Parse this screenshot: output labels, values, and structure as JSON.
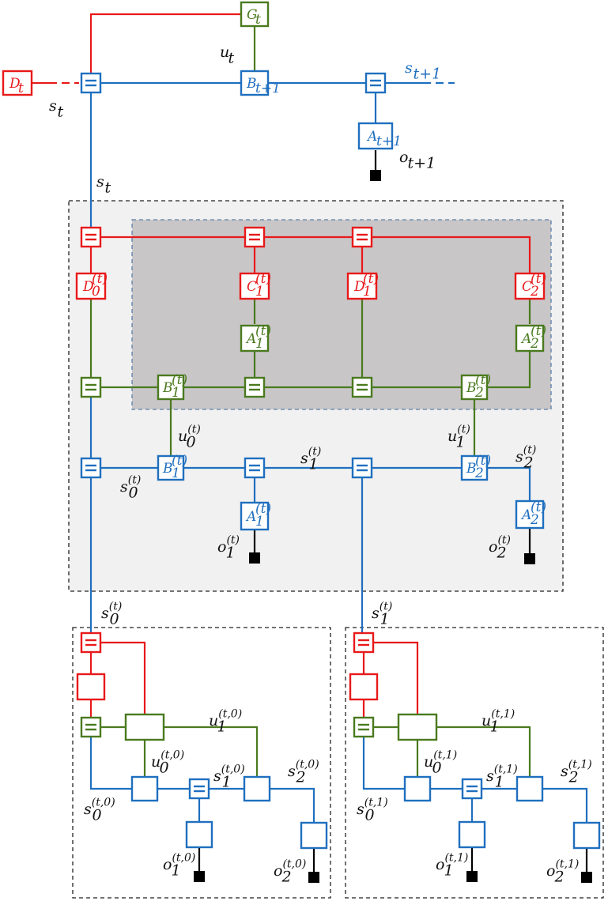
{
  "colors": {
    "red": "#e8191a",
    "green": "#4a7a1e",
    "blue": "#1f6fbf",
    "dark_region": "#c9c6c8",
    "light_region": "#f1f1f1",
    "factor": "#000000"
  },
  "top": {
    "D": "D_t",
    "G": "G_t",
    "B": "B_{t+1}",
    "A": "A_{t+1}",
    "s_left": "s_t",
    "u": "u_t",
    "s_right": "s_{t+1}",
    "s_down": "s_t",
    "o": "o_{t+1}"
  },
  "middle": {
    "D0": "D_0^{(t)}",
    "C1": "C_1^{(t)}",
    "D1": "D_1^{(t)}",
    "C2": "C_2^{(t)}",
    "A1g": "A_1^{(t)}",
    "A2g": "A_2^{(t)}",
    "B1g": "B_1^{(t)}",
    "B2g": "B_2^{(t)}",
    "B1b": "B_1^{(t)}",
    "B2b": "B_2^{(t)}",
    "A1b": "A_1^{(t)}",
    "A2b": "A_2^{(t)}",
    "u0": "u_0^{(t)}",
    "u1": "u_1^{(t)}",
    "s0": "s_0^{(t)}",
    "s1": "s_1^{(t)}",
    "s2": "s_2^{(t)}",
    "o1": "o_1^{(t)}",
    "o2": "o_2^{(t)}",
    "s0_out": "s_0^{(t)}",
    "s1_out": "s_1^{(t)}"
  },
  "bottom_left": {
    "u1": "u_1^{(t,0)}",
    "u0": "u_0^{(t,0)}",
    "s1": "s_1^{(t,0)}",
    "s2": "s_2^{(t,0)}",
    "s0": "s_0^{(t,0)}",
    "o1": "o_1^{(t,0)}",
    "o2": "o_2^{(t,0)}"
  },
  "bottom_right": {
    "u1": "u_1^{(t,1)}",
    "u0": "u_0^{(t,1)}",
    "s1": "s_1^{(t,1)}",
    "s2": "s_2^{(t,1)}",
    "s0": "s_0^{(t,1)}",
    "o1": "o_1^{(t,1)}",
    "o2": "o_2^{(t,1)}"
  },
  "equality_symbol": "="
}
